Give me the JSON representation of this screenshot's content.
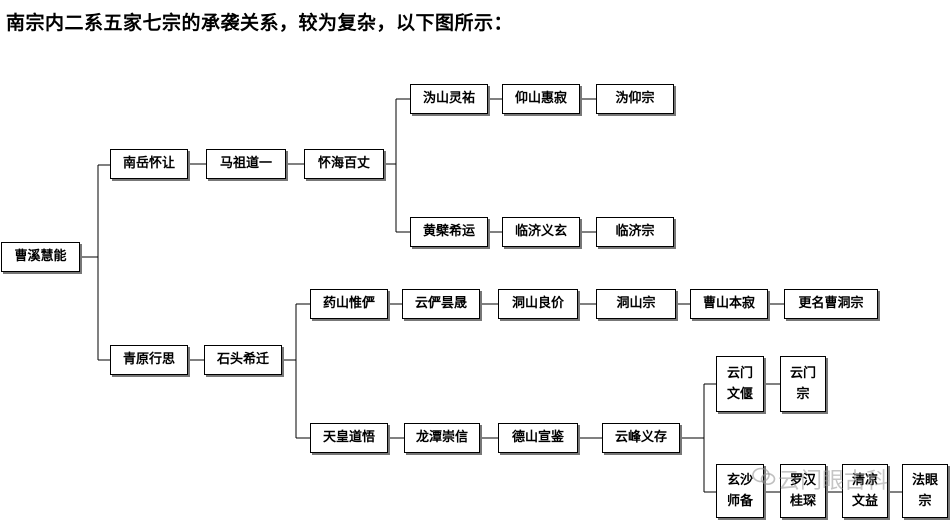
{
  "caption": "南宗内二系五家七宗的承袭关系，较为复杂，以下图所示：",
  "watermark": "云门眼古科",
  "nodes": {
    "caoxi": "曹溪慧能",
    "nanyue": "南岳怀让",
    "mazu": "马祖道一",
    "baizhang": "怀海百丈",
    "guishan": "沩山灵祐",
    "yangshan": "仰山惠寂",
    "guiyang": "沩仰宗",
    "huangbo": "黄檗希运",
    "linji_yixuan": "临济义玄",
    "linji_zong": "临济宗",
    "qingyuan": "青原行思",
    "shitou": "石头希迁",
    "yaoshan": "药山惟俨",
    "yunyan": "云俨昙晟",
    "dongshan_liangjie": "洞山良价",
    "dongshan_zong": "洞山宗",
    "caoshan": "曹山本寂",
    "caodong": "更名曹洞宗",
    "tianhuang": "天皇道悟",
    "longtan": "龙潭崇信",
    "deshan": "德山宣鉴",
    "xuefeng": "云峰义存",
    "yunmen_wenyan": "云门文偃",
    "yunmen_zong": "云门宗",
    "xuansha": "玄沙师备",
    "guichen": "罗汉桂琛",
    "fayan_wenyi": "清凉文益",
    "fayan_zong": "法眼宗"
  }
}
